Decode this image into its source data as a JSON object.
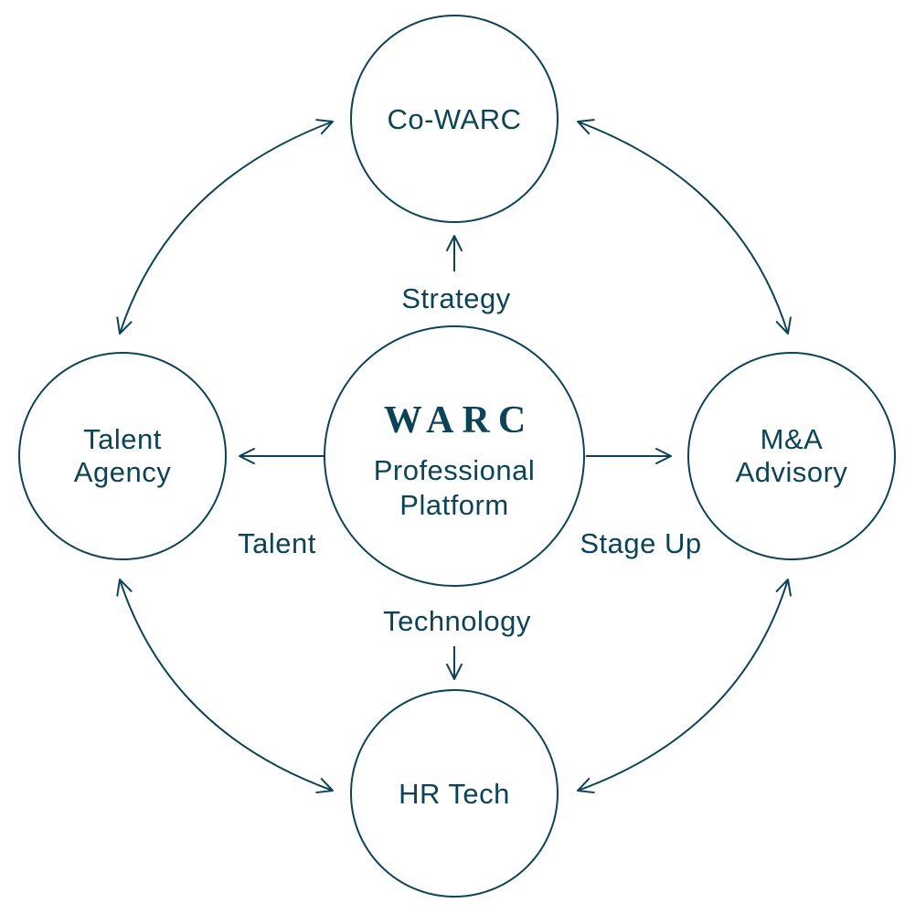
{
  "colors": {
    "primary": "#0d4357",
    "background": "#ffffff"
  },
  "center": {
    "logo": "WARC",
    "line1": "Professional",
    "line2": "Platform"
  },
  "nodes": {
    "top": {
      "label": "Co-WARC"
    },
    "left": {
      "line1": "Talent",
      "line2": "Agency"
    },
    "right": {
      "line1": "M&A",
      "line2": "Advisory"
    },
    "bottom": {
      "label": "HR Tech"
    }
  },
  "connections": {
    "strategy": "Strategy",
    "talent": "Talent",
    "stage_up": "Stage Up",
    "technology": "Technology"
  }
}
